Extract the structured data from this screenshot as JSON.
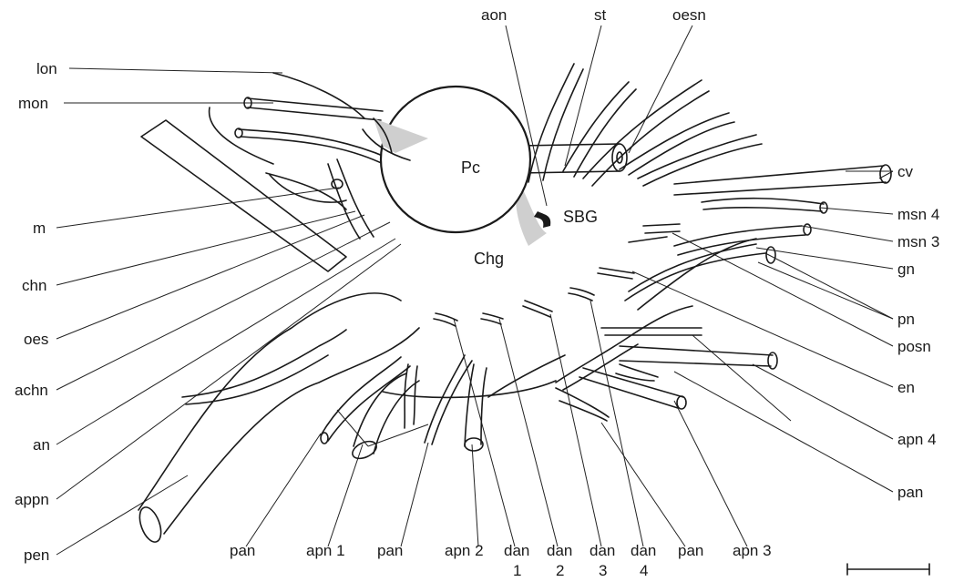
{
  "labels": {
    "aon": "aon",
    "st": "st",
    "oesn": "oesn",
    "lon": "lon",
    "mon": "mon",
    "m": "m",
    "chn": "chn",
    "oes": "oes",
    "achn": "achn",
    "an": "an",
    "appn": "appn",
    "pen": "pen",
    "cv": "cv",
    "msn4": "msn 4",
    "msn3": "msn 3",
    "gn": "gn",
    "pn": "pn",
    "posn": "posn",
    "en": "en",
    "apn4": "apn 4",
    "pan_right": "pan",
    "pan_b1": "pan",
    "apn1": "apn 1",
    "pan_b2": "pan",
    "apn2": "apn 2",
    "dan1_a": "dan",
    "dan1_b": "1",
    "dan2_a": "dan",
    "dan2_b": "2",
    "dan3_a": "dan",
    "dan3_b": "3",
    "dan4_a": "dan",
    "dan4_b": "4",
    "pan_b3": "pan",
    "apn3": "apn 3"
  },
  "regions": {
    "pc": "Pc",
    "sbg": "SBG",
    "chg": "Chg"
  },
  "colors": {
    "line": "#1a1a1a",
    "stipple": "#cfcfcf"
  }
}
